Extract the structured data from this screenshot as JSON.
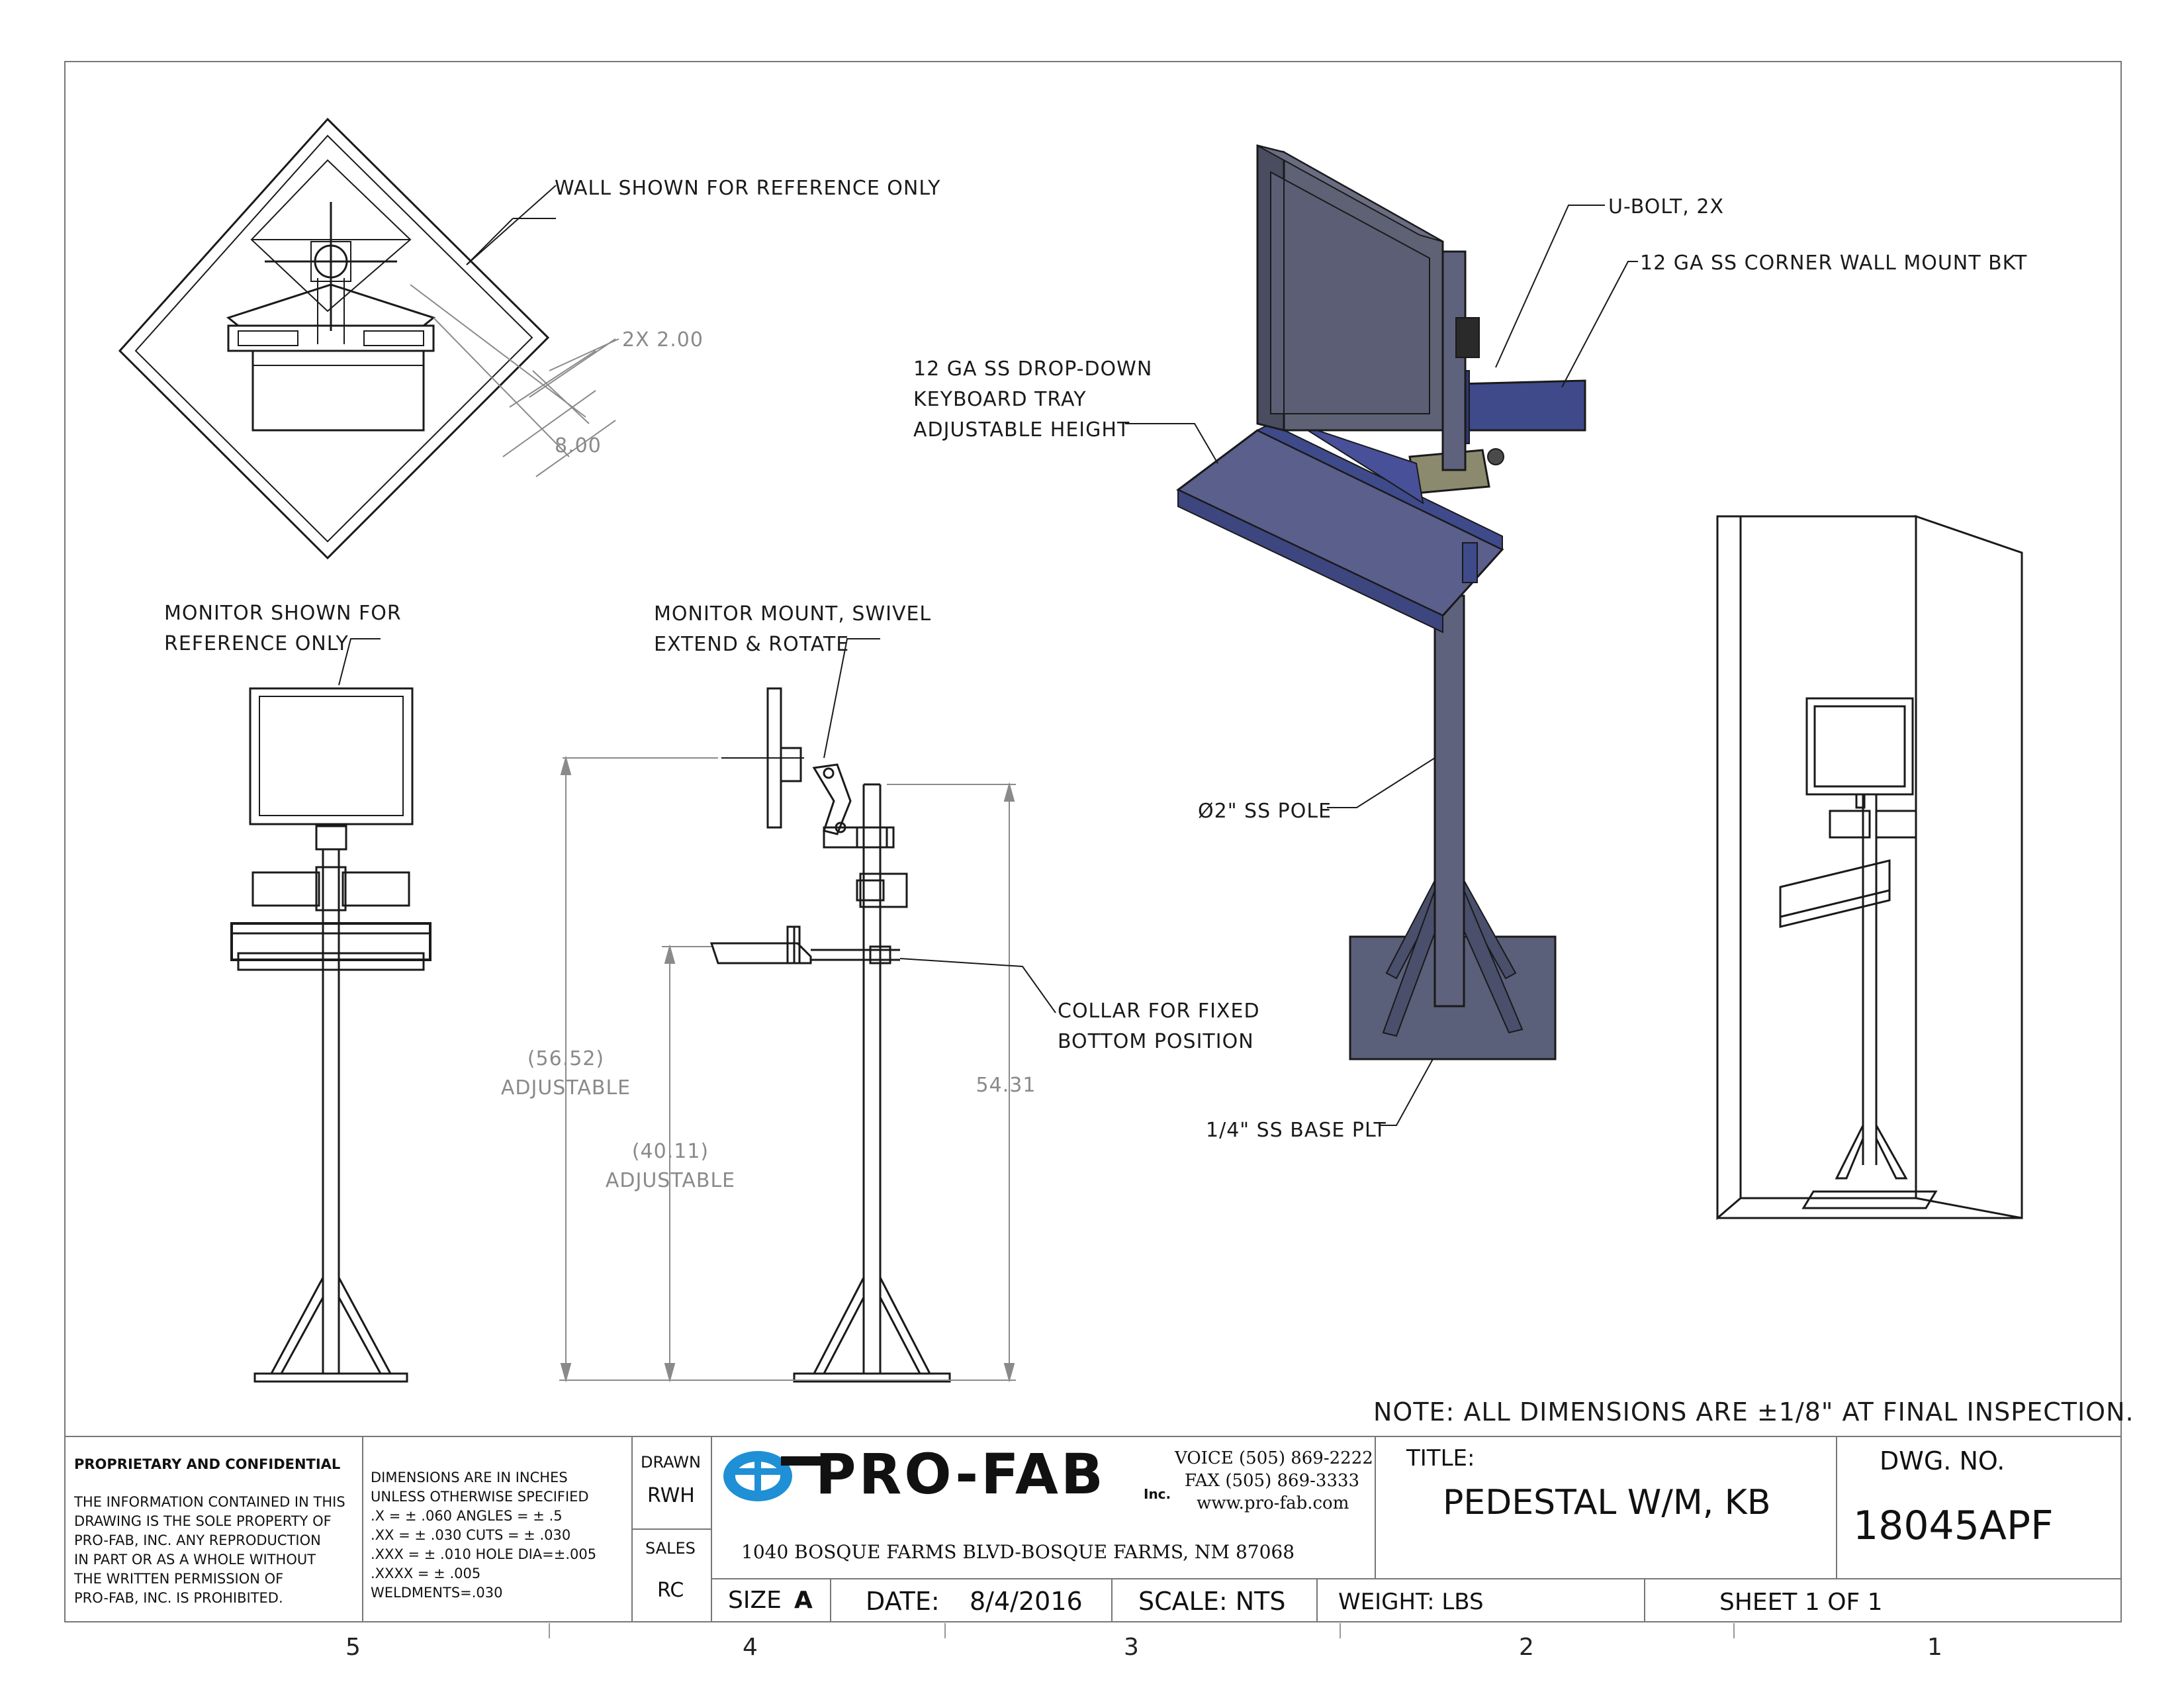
{
  "notes": {
    "wall": "WALL SHOWN FOR REFERENCE ONLY",
    "monitor_ref": "MONITOR SHOWN FOR\nREFERENCE ONLY",
    "monitor_mount": "MONITOR MOUNT, SWIVEL\nEXTEND & ROTATE",
    "u_bolt": "U-BOLT, 2X",
    "corner_bkt": "12 GA SS CORNER WALL MOUNT BKT",
    "keyboard_tray": "12 GA SS DROP-DOWN\nKEYBOARD TRAY\nADJUSTABLE HEIGHT",
    "pole": "Ø2\" SS POLE",
    "collar": "COLLAR FOR FIXED\nBOTTOM POSITION",
    "base_plate": "1/4\" SS BASE PLT",
    "tolerance_note": "NOTE: ALL DIMENSIONS ARE ±1/8\" AT FINAL INSPECTION."
  },
  "dimensions": {
    "d_2x": "2X 2.00",
    "d_8": "8.00",
    "d_56": "(56.52)\nADJUSTABLE",
    "d_40": "(40.11)\nADJUSTABLE",
    "d_54": "54.31"
  },
  "title_block": {
    "proprietary_title": "PROPRIETARY AND CONFIDENTIAL",
    "proprietary_text": "THE INFORMATION CONTAINED IN THIS\nDRAWING IS THE SOLE PROPERTY OF\nPRO-FAB, INC.  ANY REPRODUCTION\nIN PART OR AS A WHOLE WITHOUT\nTHE WRITTEN PERMISSION OF\nPRO-FAB, INC. IS PROHIBITED.",
    "tolerances": "DIMENSIONS ARE IN INCHES\nUNLESS OTHERWISE SPECIFIED\n.X = ± .060        ANGLES = ± .5\n.XX = ± .030       CUTS = ± .030\n.XXX = ± .010    HOLE DIA=±.005\n.XXXX = ± .005\nWELDMENTS=.030",
    "drawn_label": "DRAWN",
    "drawn_value": "RWH",
    "sales_label": "SALES",
    "sales_value": "RC",
    "company_name": "PRO-FAB",
    "company_suffix": "Inc.",
    "voice": "VOICE (505) 869-2222",
    "fax": "FAX (505) 869-3333",
    "web": "www.pro-fab.com",
    "address": "1040 BOSQUE FARMS BLVD-BOSQUE FARMS, NM 87068",
    "title_label": "TITLE:",
    "title_value": "PEDESTAL W/M, KB",
    "dwg_label": "DWG.  NO.",
    "dwg_value": "18045APF",
    "size_label": "SIZE",
    "size_value": "A",
    "date_label": "DATE:",
    "date_value": "8/4/2016",
    "scale": "SCALE: NTS",
    "weight": "WEIGHT:  LBS",
    "sheet": "SHEET 1 OF 1"
  },
  "zones": [
    "5",
    "4",
    "3",
    "2",
    "1"
  ],
  "colors": {
    "line": "#1a1a1a",
    "dim": "#8a8a8a",
    "monitor": "#5f6275",
    "tray": "#5a5f8c",
    "bracket": "#3e4a8a",
    "tan": "#8b8a6e",
    "logo_blue": "#1f8fd6"
  }
}
